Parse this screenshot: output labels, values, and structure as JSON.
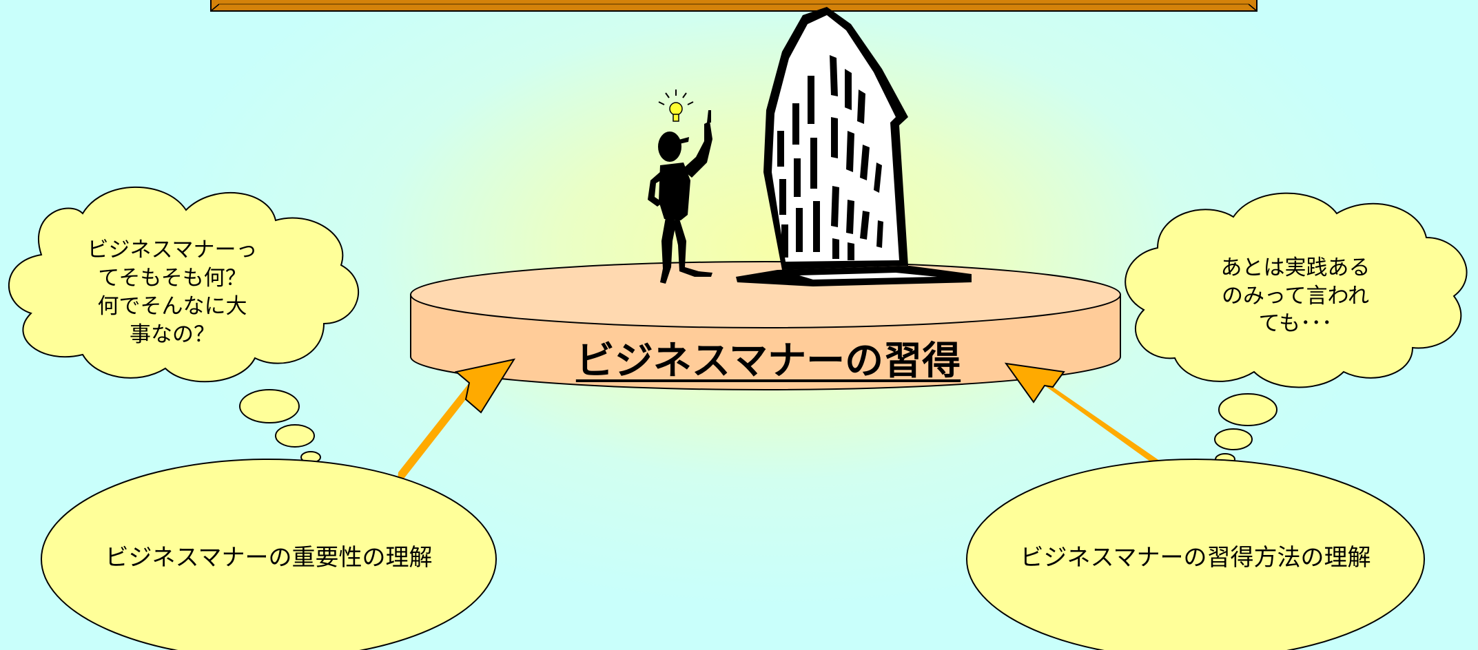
{
  "colors": {
    "banner": "#d4820a",
    "platform": "#ffd0a6",
    "cloud": "#ffff99",
    "arrow": "#ffaa00",
    "background": "#c9fffb",
    "glow": "#f8ffa8"
  },
  "illustration": {
    "person": "person-idea-icon",
    "bulb": "lightbulb-icon",
    "building": "building-icon"
  },
  "platform_label": "ビジネスマナーの習得",
  "thought_left": "ビジネスマナーっ\nてそもそも何？\n何でそんなに大\n事なの？",
  "thought_right": "あとは実践ある\nのみって言われ\nても･･･",
  "oval_left": "ビジネスマナーの重要性の理解",
  "oval_right": "ビジネスマナーの習得方法の理解"
}
